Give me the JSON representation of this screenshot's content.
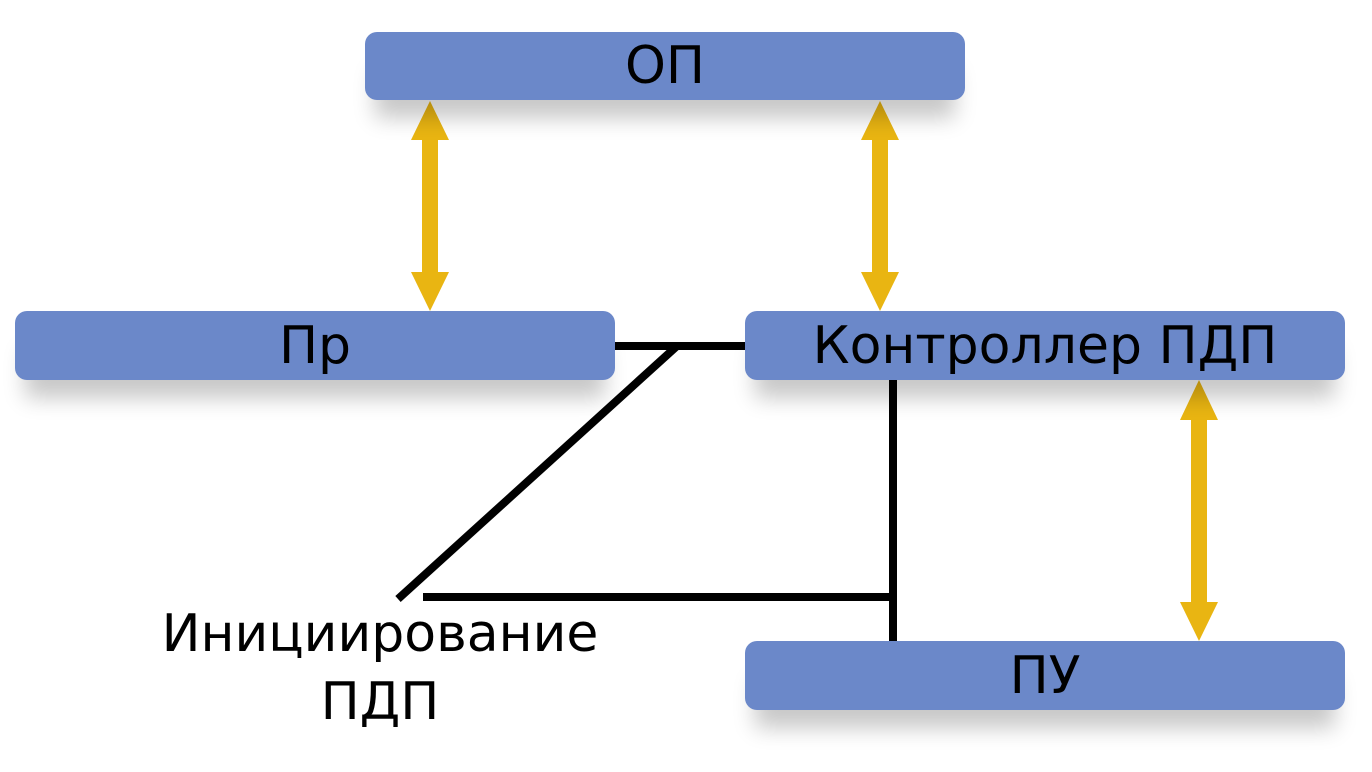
{
  "diagram": {
    "nodes": {
      "op": "ОП",
      "pr": "Пр",
      "dma_controller": "Контроллер ПДП",
      "pu": "ПУ"
    },
    "initiation_label": {
      "line1": "Инициирование",
      "line2": "ПДП"
    },
    "colors": {
      "box_fill": "#6b88c9",
      "arrow": "#e9b512",
      "line": "#000000"
    }
  }
}
